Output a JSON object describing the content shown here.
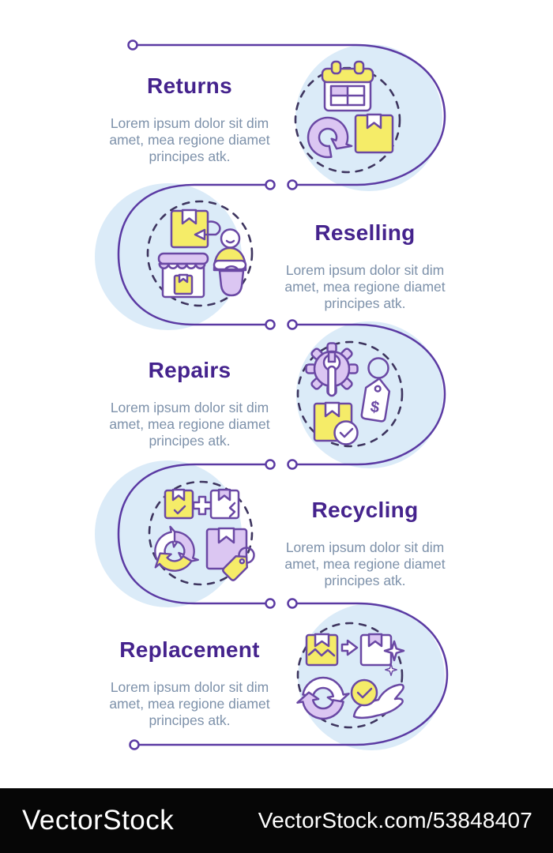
{
  "page": {
    "background": "#ffffff"
  },
  "colors": {
    "title": "#45238D",
    "body_text": "#7D91AA",
    "connector": "#5B3AA3",
    "icon_stroke": "#6A48A4",
    "dashed_ring": "#3E355F",
    "accent_yellow": "#F5EC68",
    "accent_lavender": "#DBC6F2",
    "blob_blue": "#DBEBF8",
    "watermark_bar": "#060606"
  },
  "sections": [
    {
      "title": "Returns",
      "body_lines": [
        "Lorem ipsum dolor sit dim",
        "amet, mea regione diamet",
        "principes atk."
      ],
      "side": "text-left-icons-right",
      "icons": [
        "calendar-icon",
        "refresh-arrow-icon",
        "parcel-box-icon"
      ]
    },
    {
      "title": "Reselling",
      "body_lines": [
        "Lorem ipsum dolor sit dim",
        "amet, mea regione diamet",
        "principes atk."
      ],
      "side": "icons-left-text-right",
      "icons": [
        "return-parcel-icon",
        "shopper-icon",
        "storefront-icon"
      ]
    },
    {
      "title": "Repairs",
      "body_lines": [
        "Lorem ipsum dolor sit dim",
        "amet, mea regione diamet",
        "principes atk."
      ],
      "side": "text-left-icons-right",
      "tag_symbol": "$",
      "icons": [
        "gear-wrench-icon",
        "price-tag-icon",
        "approved-parcel-icon"
      ]
    },
    {
      "title": "Recycling",
      "body_lines": [
        "Lorem ipsum dolor sit dim",
        "amet, mea regione diamet",
        "principes atk."
      ],
      "side": "icons-left-text-right",
      "icons": [
        "checked-parcel-icon",
        "plus-icon",
        "damaged-parcel-icon",
        "recycle-arrows-icon",
        "tagged-parcel-icon"
      ]
    },
    {
      "title": "Replacement",
      "body_lines": [
        "Lorem ipsum dolor sit dim",
        "amet, mea regione diamet",
        "principes atk."
      ],
      "side": "text-left-icons-right",
      "icons": [
        "damaged-parcel-icon",
        "transfer-arrow-icon",
        "new-parcel-icon",
        "exchange-arrows-icon",
        "check-circle-icon",
        "hand-icon"
      ]
    }
  ],
  "watermark_bar": {
    "logo_text": "VectorStock",
    "site_text": "VectorStock.com/53848407"
  }
}
